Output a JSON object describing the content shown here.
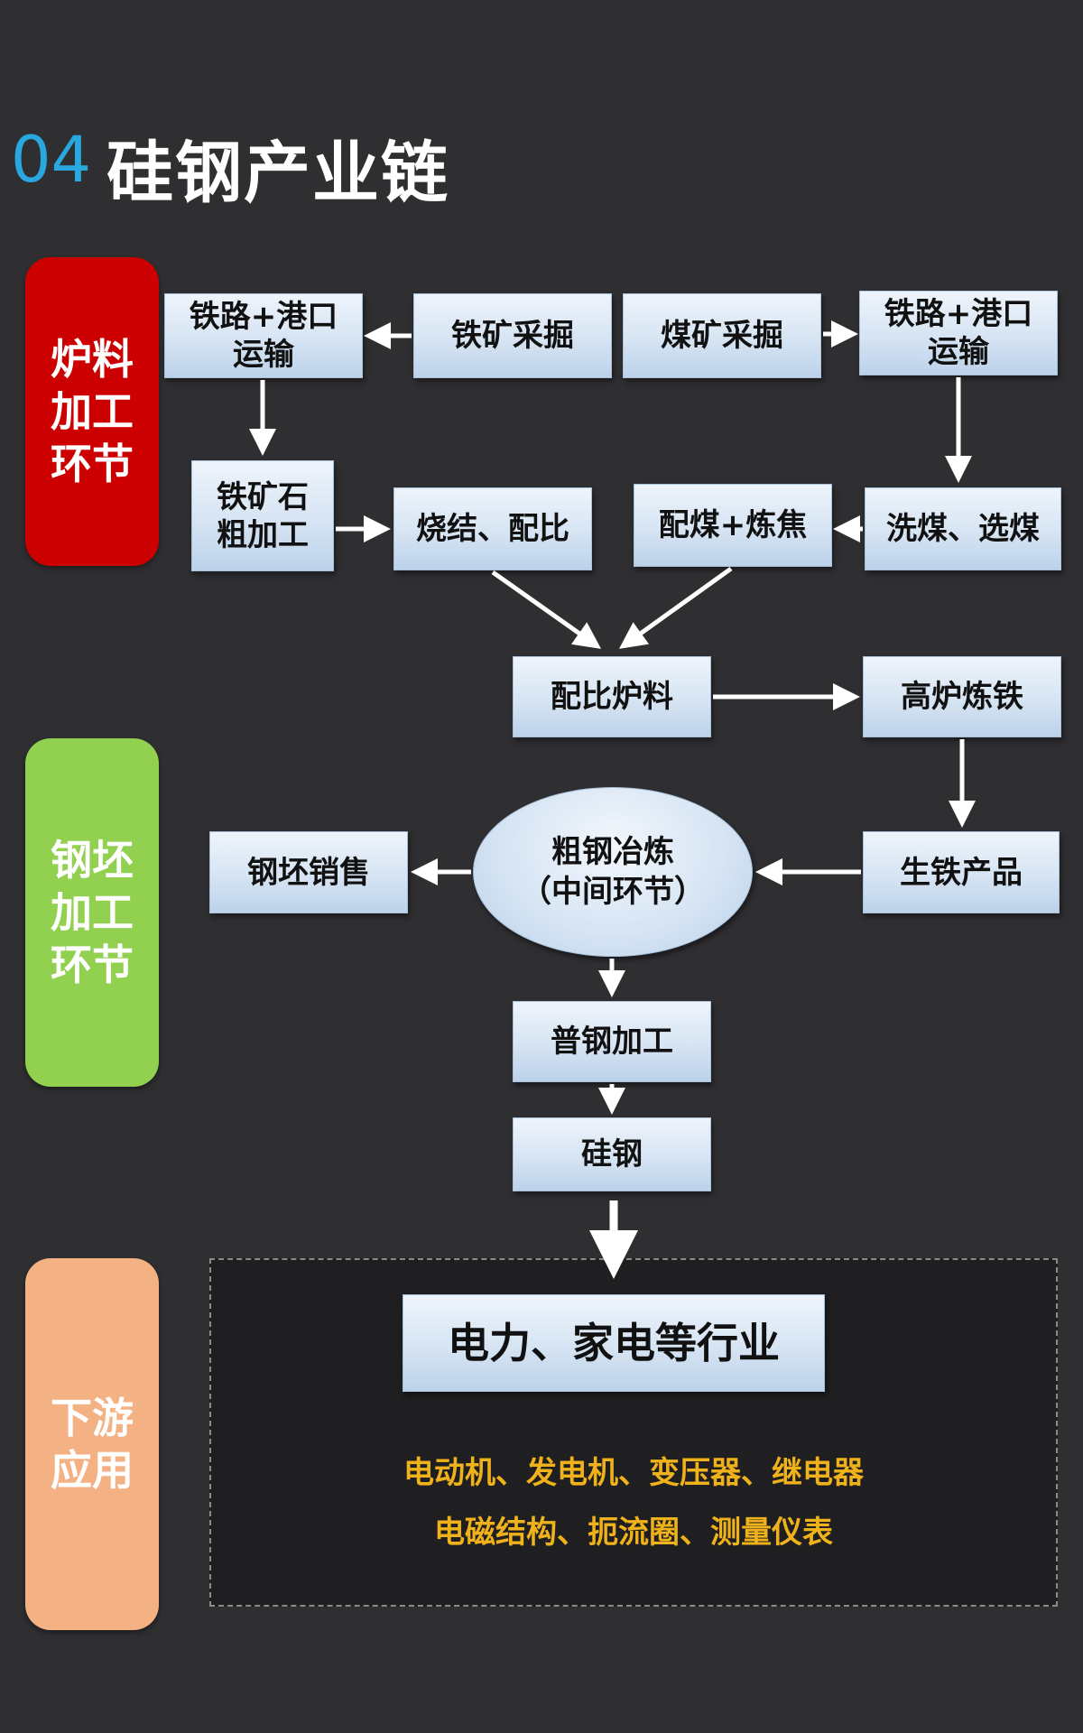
{
  "title": {
    "number": "04",
    "text": "硅钢产业链"
  },
  "stages": {
    "furnace": {
      "label": "炉料\n加工\n环节",
      "color": "#cc0000"
    },
    "billet": {
      "label": "钢坯\n加工\n环节",
      "color": "#92d050"
    },
    "downstream": {
      "label": "下游\n应用",
      "color": "#f4b183"
    }
  },
  "nodes": {
    "rail_port_left": "铁路+港口\n运输",
    "iron_mining": "铁矿采掘",
    "coal_mining": "煤矿采掘",
    "rail_port_right": "铁路+港口\n运输",
    "iron_ore_processing": "铁矿石\n粗加工",
    "sinter_ratio": "烧结、配比",
    "coal_coking": "配煤+炼焦",
    "coal_washing": "洗煤、选煤",
    "burden_ratio": "配比炉料",
    "blast_furnace": "高炉炼铁",
    "billet_sales": "钢坯销售",
    "crude_steel": "粗钢冶炼\n（中间环节）",
    "pig_iron": "生铁产品",
    "common_steel": "普钢加工",
    "silicon_steel": "硅钢",
    "industries": "电力、家电等行业"
  },
  "applications": [
    "电动机、发电机、变压器、继电器",
    "电磁结构、扼流圈、测量仪表"
  ]
}
